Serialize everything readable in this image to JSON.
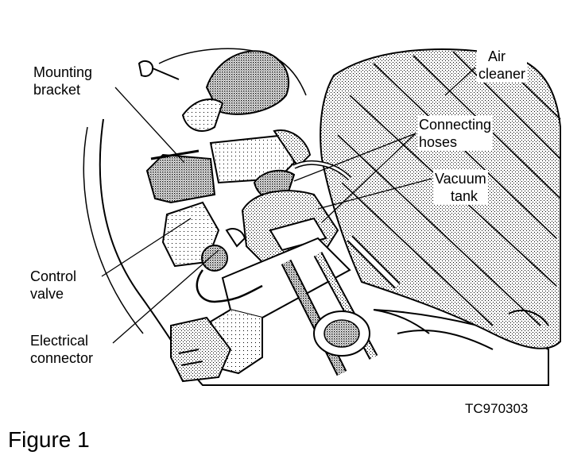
{
  "figure": {
    "caption": "Figure 1",
    "code": "TC970303"
  },
  "labels": {
    "mounting_bracket": [
      "Mounting",
      "bracket"
    ],
    "air_cleaner": [
      "Air",
      "cleaner"
    ],
    "connecting_hoses": [
      "Connecting",
      "hoses"
    ],
    "vacuum_tank": [
      "Vacuum",
      "tank"
    ],
    "control_valve": [
      "Control",
      "valve"
    ],
    "electrical_connector": [
      "Electrical",
      "connector"
    ]
  }
}
